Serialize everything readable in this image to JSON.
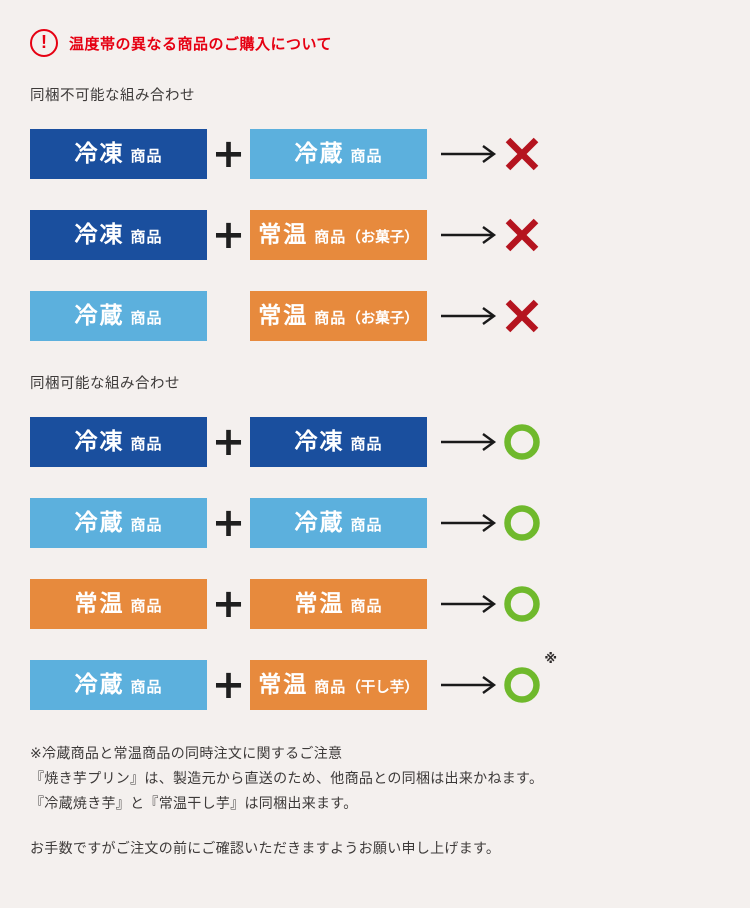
{
  "header": {
    "title": "温度帯の異なる商品のご購入について",
    "icon": "exclamation-circle-icon",
    "icon_glyph": "!"
  },
  "colors": {
    "background": "#f4f0ee",
    "accent_red": "#e60012",
    "frozen": "#1a4f9e",
    "chilled": "#5cb0dd",
    "ambient": "#e78a3d",
    "ng": "#b5141f",
    "ok": "#6fb92c"
  },
  "symbols": {
    "plus": "+",
    "ng_icon": "cross-icon",
    "ok_icon": "circle-icon",
    "arrow_icon": "arrow-right-icon"
  },
  "sections": [
    {
      "heading": "同梱不可能な組み合わせ",
      "rows": [
        {
          "left": {
            "type": "frozen",
            "main": "冷凍",
            "sub": "商品",
            "note": ""
          },
          "plus": true,
          "right": {
            "type": "chilled",
            "main": "冷蔵",
            "sub": "商品",
            "note": ""
          },
          "result": "ng",
          "refmark": ""
        },
        {
          "left": {
            "type": "frozen",
            "main": "冷凍",
            "sub": "商品",
            "note": ""
          },
          "plus": true,
          "right": {
            "type": "ambient",
            "main": "常温",
            "sub": "商品",
            "note": "（お菓子）"
          },
          "result": "ng",
          "refmark": ""
        },
        {
          "left": {
            "type": "chilled",
            "main": "冷蔵",
            "sub": "商品",
            "note": ""
          },
          "plus": false,
          "right": {
            "type": "ambient",
            "main": "常温",
            "sub": "商品",
            "note": "（お菓子）"
          },
          "result": "ng",
          "refmark": ""
        }
      ]
    },
    {
      "heading": "同梱可能な組み合わせ",
      "rows": [
        {
          "left": {
            "type": "frozen",
            "main": "冷凍",
            "sub": "商品",
            "note": ""
          },
          "plus": true,
          "right": {
            "type": "frozen",
            "main": "冷凍",
            "sub": "商品",
            "note": ""
          },
          "result": "ok",
          "refmark": ""
        },
        {
          "left": {
            "type": "chilled",
            "main": "冷蔵",
            "sub": "商品",
            "note": ""
          },
          "plus": true,
          "right": {
            "type": "chilled",
            "main": "冷蔵",
            "sub": "商品",
            "note": ""
          },
          "result": "ok",
          "refmark": ""
        },
        {
          "left": {
            "type": "ambient",
            "main": "常温",
            "sub": "商品",
            "note": ""
          },
          "plus": true,
          "right": {
            "type": "ambient",
            "main": "常温",
            "sub": "商品",
            "note": ""
          },
          "result": "ok",
          "refmark": ""
        },
        {
          "left": {
            "type": "chilled",
            "main": "冷蔵",
            "sub": "商品",
            "note": ""
          },
          "plus": true,
          "right": {
            "type": "ambient",
            "main": "常温",
            "sub": "商品",
            "note": "（干し芋）"
          },
          "result": "ok",
          "refmark": "※"
        }
      ]
    }
  ],
  "footer": {
    "note_heading": "※冷蔵商品と常温商品の同時注文に関するご注意",
    "line1": "『焼き芋プリン』は、製造元から直送のため、他商品との同梱は出来かねます。",
    "line2": "『冷蔵焼き芋』と『常温干し芋』は同梱出来ます。",
    "closing": "お手数ですがご注文の前にご確認いただきますようお願い申し上げます。"
  }
}
